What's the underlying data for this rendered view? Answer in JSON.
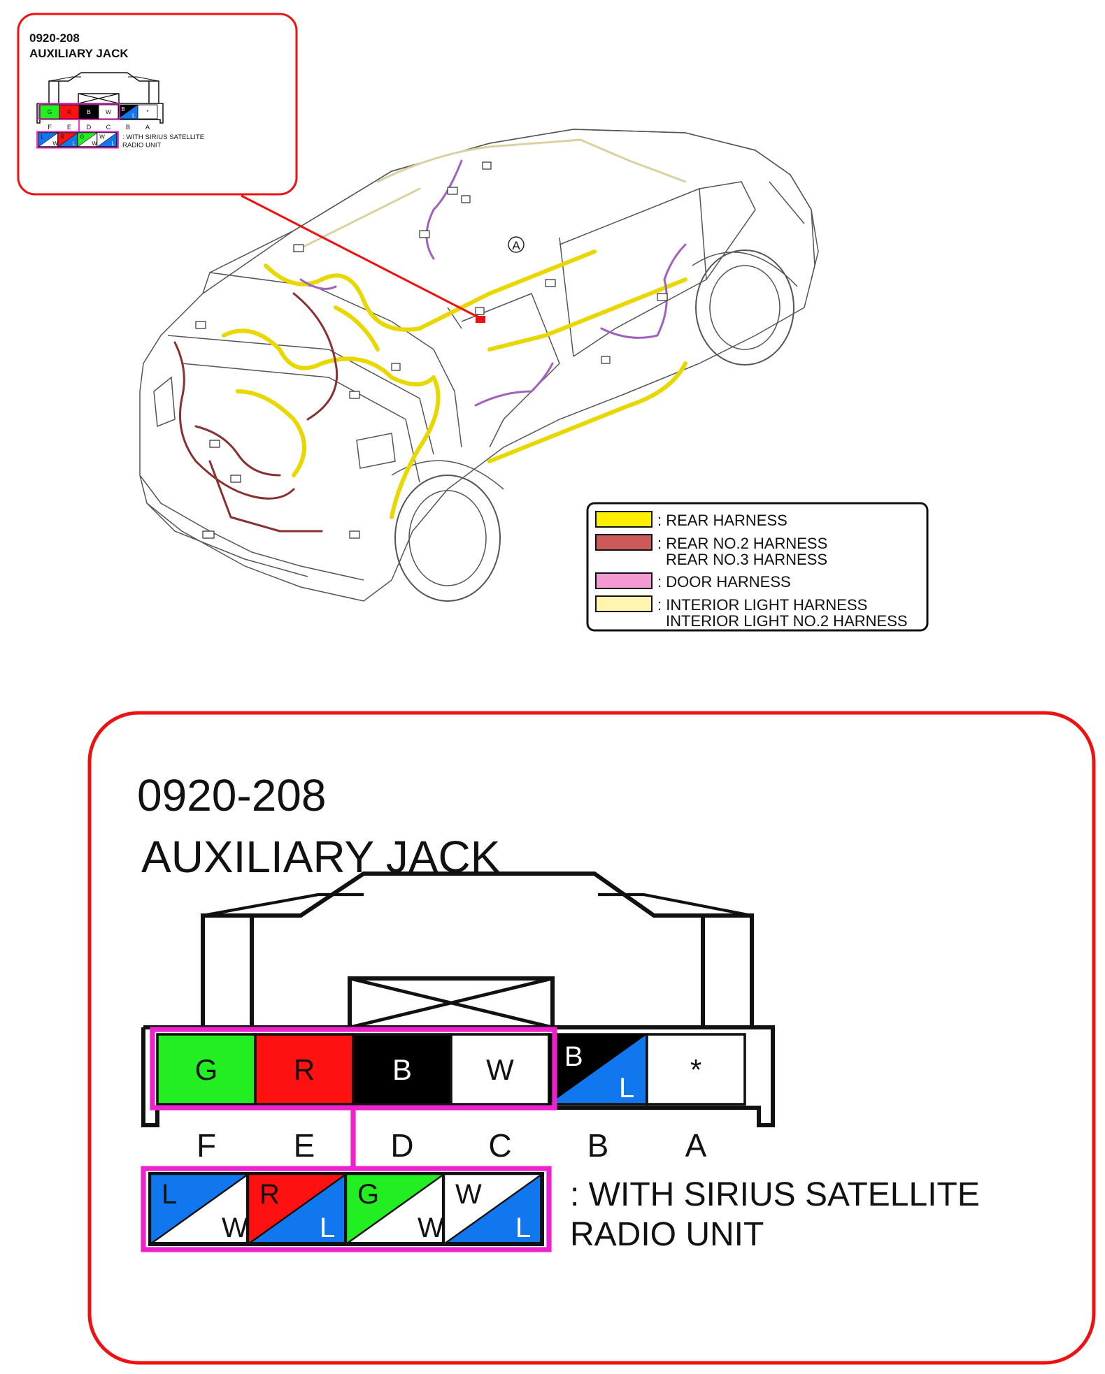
{
  "connector": {
    "code": "0920-208",
    "name": "AUXILIARY JACK",
    "pins": [
      {
        "pin": "F",
        "label": "G",
        "color": "#22ee22",
        "text_color": "#111111"
      },
      {
        "pin": "E",
        "label": "R",
        "color": "#ff1111",
        "text_color": "#111111"
      },
      {
        "pin": "D",
        "label": "B",
        "color": "#000000",
        "text_color": "#ffffff"
      },
      {
        "pin": "C",
        "label": "W",
        "color": "#ffffff",
        "text_color": "#111111"
      },
      {
        "pin": "B",
        "label_top": "B",
        "label_bottom": "L",
        "color_top": "#000000",
        "color_bottom": "#1177ee"
      },
      {
        "pin": "A",
        "label": "*",
        "color": "#ffffff",
        "text_color": "#111111"
      }
    ],
    "sirius_variant": {
      "note": ": WITH SIRIUS SATELLITE RADIO UNIT",
      "note_line1": ": WITH SIRIUS SATELLITE",
      "note_line2": "RADIO UNIT",
      "pins": [
        {
          "label_top": "L",
          "label_bottom": "W",
          "color_top": "#1177ee",
          "color_bottom": "#ffffff"
        },
        {
          "label_top": "R",
          "label_bottom": "L",
          "color_top": "#ff1111",
          "color_bottom": "#1177ee"
        },
        {
          "label_top": "G",
          "label_bottom": "W",
          "color_top": "#22ee22",
          "color_bottom": "#ffffff"
        },
        {
          "label_top": "W",
          "label_bottom": "L",
          "color_top": "#ffffff",
          "color_bottom": "#1177ee"
        }
      ]
    }
  },
  "diagram": {
    "locator_marker": "A"
  },
  "legend": [
    {
      "text": ": REAR HARNESS",
      "color": "#ffee00"
    },
    {
      "text": ": REAR NO.2 HARNESS",
      "text2": "REAR NO.3 HARNESS",
      "color": "#cc5a5a"
    },
    {
      "text": ": DOOR HARNESS",
      "color": "#f49ad2"
    },
    {
      "text": ": INTERIOR LIGHT HARNESS",
      "text2": "INTERIOR LIGHT NO.2 HARNESS",
      "color": "#fff5b0"
    }
  ],
  "colors": {
    "callout_border": "#ee1111",
    "highlight": "#ee22cc",
    "rear_harness": "#e8d800",
    "rear2_harness": "#8a3030",
    "door_harness": "#a060c0"
  }
}
